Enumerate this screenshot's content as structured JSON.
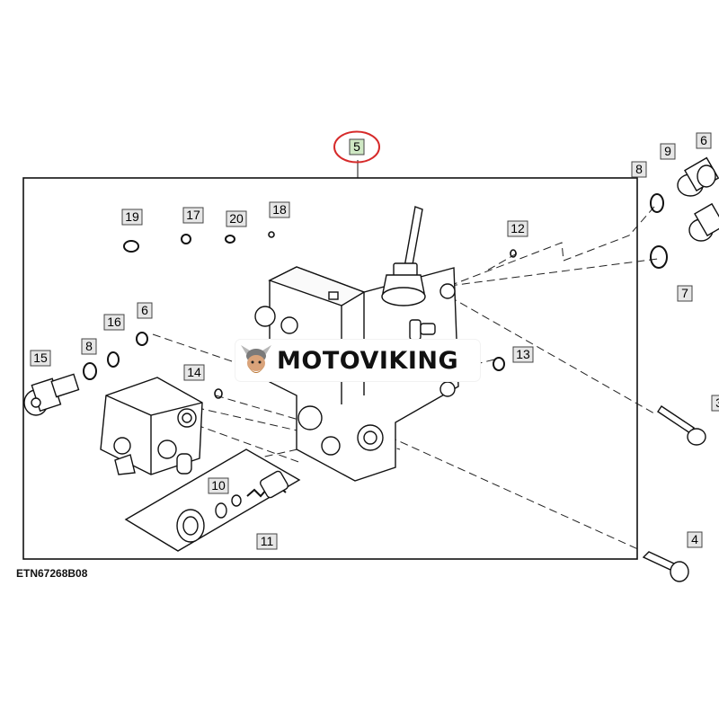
{
  "diagram": {
    "drawing_code": "ETN67268B08",
    "watermark_text": "MOTOVIKING",
    "highlighted_part": "5",
    "callouts": [
      {
        "id": "c5",
        "label": "5",
        "highlighted": true
      },
      {
        "id": "c19",
        "label": "19"
      },
      {
        "id": "c17",
        "label": "17"
      },
      {
        "id": "c20",
        "label": "20"
      },
      {
        "id": "c18",
        "label": "18"
      },
      {
        "id": "c12",
        "label": "12"
      },
      {
        "id": "c16",
        "label": "16"
      },
      {
        "id": "c6a",
        "label": "6"
      },
      {
        "id": "c8a",
        "label": "8"
      },
      {
        "id": "c15",
        "label": "15"
      },
      {
        "id": "c14",
        "label": "14"
      },
      {
        "id": "c13",
        "label": "13"
      },
      {
        "id": "c10",
        "label": "10"
      },
      {
        "id": "c11",
        "label": "11"
      },
      {
        "id": "c9",
        "label": "9"
      },
      {
        "id": "c6b",
        "label": "6"
      },
      {
        "id": "c8b",
        "label": "8"
      },
      {
        "id": "c7",
        "label": "7"
      },
      {
        "id": "c3",
        "label": "3"
      },
      {
        "id": "c4",
        "label": "4"
      }
    ]
  },
  "colors": {
    "line": "#111111",
    "highlight_box": "#cfe8c4",
    "highlight_ring": "#d62a2a",
    "label_box": "#e6e6e6"
  }
}
